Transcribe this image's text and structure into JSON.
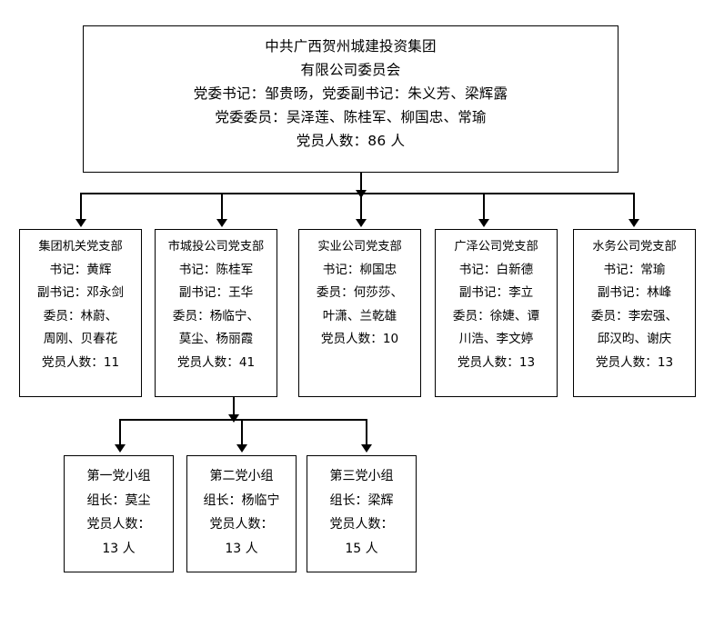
{
  "root": {
    "lines": [
      "中共广西贺州城建投资集团",
      "有限公司委员会",
      "党委书记：邹贵旸，党委副书记：朱义芳、梁辉露",
      "党委委员：吴泽莲、陈桂军、柳国忠、常瑜",
      "党员人数：86 人"
    ]
  },
  "branches": [
    {
      "title": "集团机关党支部",
      "lines": [
        "书记：黄辉",
        "副书记：邓永剑",
        "委员：林蔚、",
        "周刚、贝春花",
        "党员人数：11"
      ]
    },
    {
      "title": "市城投公司党支部",
      "lines": [
        "书记：陈桂军",
        "副书记：王华",
        "委员：杨临宁、",
        "莫尘、杨丽霞",
        "党员人数：41"
      ]
    },
    {
      "title": "实业公司党支部",
      "lines": [
        "书记：柳国忠",
        "委员：何莎莎、",
        "叶潇、兰乾雄",
        "党员人数：10"
      ]
    },
    {
      "title": "广泽公司党支部",
      "lines": [
        "书记：白新德",
        "副书记：李立",
        "委员：徐婕、谭",
        "川浩、李文婷",
        "党员人数：13"
      ]
    },
    {
      "title": "水务公司党支部",
      "lines": [
        "书记：常瑜",
        "副书记：林峰",
        "委员：李宏强、",
        "邱汉昀、谢庆",
        "党员人数：13"
      ]
    }
  ],
  "groups": [
    {
      "title": "第一党小组",
      "lines": [
        "组长：莫尘",
        "党员人数：",
        "13 人"
      ]
    },
    {
      "title": "第二党小组",
      "lines": [
        "组长：杨临宁",
        "党员人数：",
        "13 人"
      ]
    },
    {
      "title": "第三党小组",
      "lines": [
        "组长：梁辉",
        "党员人数：",
        "15 人"
      ]
    }
  ],
  "style": {
    "line_color": "#000000",
    "box_fill": "#ffffff",
    "page_background": "#ffffff"
  }
}
